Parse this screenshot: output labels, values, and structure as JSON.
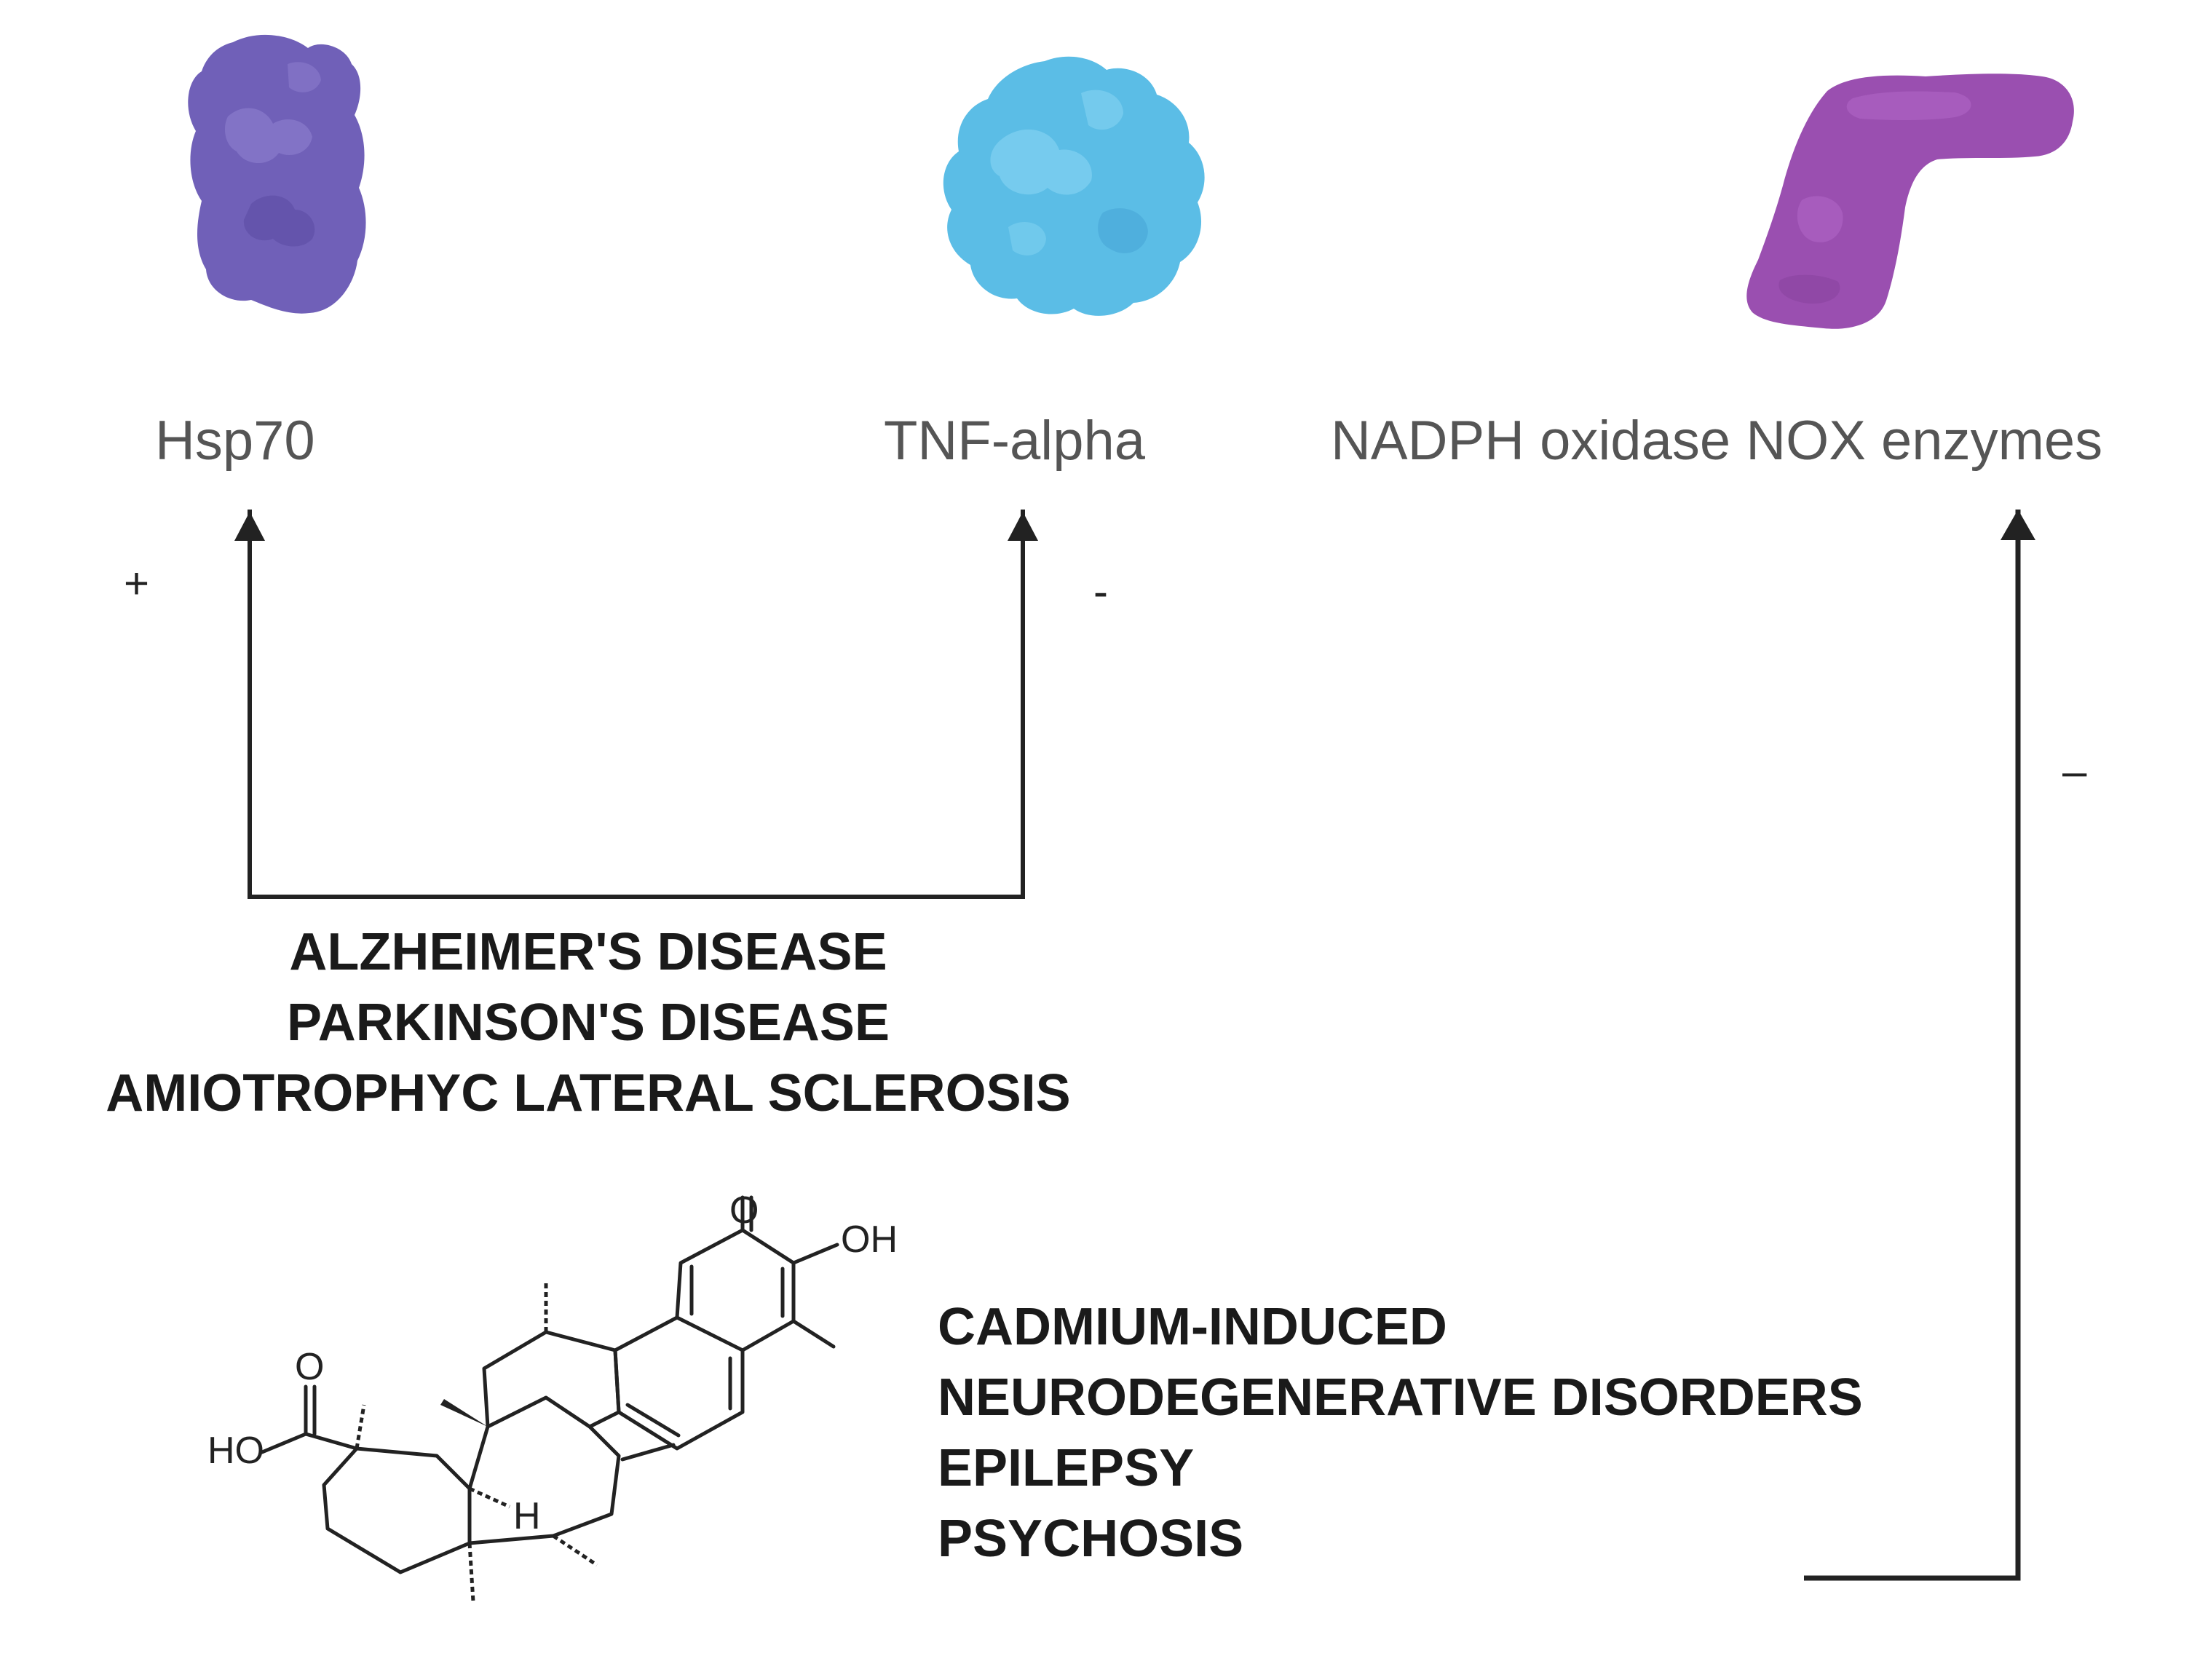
{
  "proteins": [
    {
      "label": "Hsp70",
      "icon": "hsp70-protein-icon",
      "color": "#7060b8"
    },
    {
      "label": "TNF-alpha",
      "icon": "tnf-alpha-protein-icon",
      "color": "#5bbde6"
    },
    {
      "label": "NADPH oxidase NOX enzymes",
      "icon": "nox-enzyme-icon",
      "color": "#9a4fb0"
    }
  ],
  "signs": {
    "hsp70": "+",
    "tnf_alpha": "-",
    "nox": "–"
  },
  "disease_groups": [
    {
      "lines": [
        "ALZHEIMER'S DISEASE",
        "PARKINSON'S DISEASE",
        "AMIOTROPHYC LATERAL SCLEROSIS"
      ]
    },
    {
      "lines": [
        "CADMIUM-INDUCED",
        "NEURODEGENERATIVE DISORDERS",
        "EPILEPSY",
        "PSYCHOSIS"
      ]
    }
  ],
  "molecule": {
    "atoms": {
      "ketone_o": "O",
      "hydroxyl": "OH",
      "acid_o": "O",
      "acid_ho": "HO",
      "hydrogen": "H"
    }
  }
}
